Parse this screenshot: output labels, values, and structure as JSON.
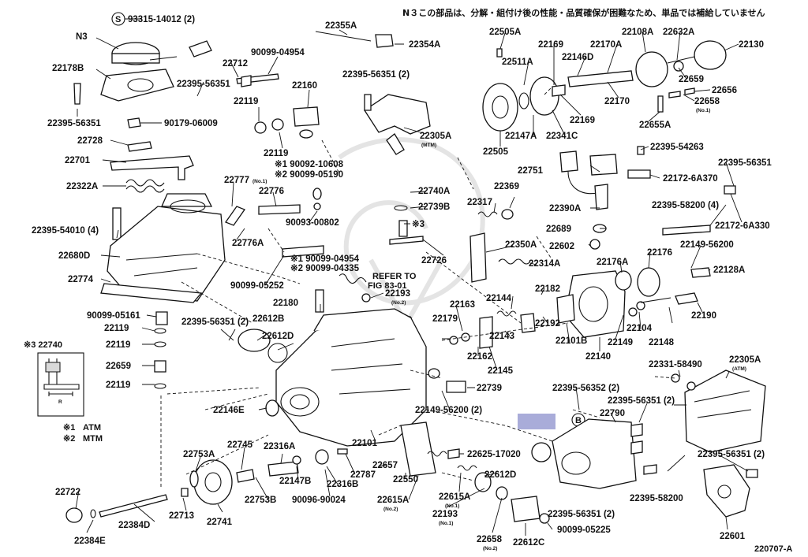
{
  "notice": "N３この部品は、分解・組付け後の性能・品質確保が困難なため、単品では補給していません",
  "figure_code": "220707-A",
  "legend": {
    "mark1": "※1",
    "mark1_label": "ATM",
    "mark2": "※2",
    "mark2_label": "MTM"
  },
  "inset": {
    "title": "※3 22740",
    "dimension_label": "R"
  },
  "refer": {
    "line1": "REFER TO",
    "line2": "FIG 83-01"
  },
  "highlight_color": "#a9acd9",
  "callouts": [
    {
      "id": "S",
      "text": "S"
    },
    {
      "id": "B",
      "text": "B"
    }
  ],
  "labels": [
    {
      "text": "93315-14012 (2)"
    },
    {
      "text": "N3"
    },
    {
      "text": "22178B"
    },
    {
      "text": "22395-56351"
    },
    {
      "text": "90179-06009"
    },
    {
      "text": "22355A"
    },
    {
      "text": "22354A"
    },
    {
      "text": "90099-04954"
    },
    {
      "text": "22712"
    },
    {
      "text": "22395-56351"
    },
    {
      "text": "22160"
    },
    {
      "text": "22119"
    },
    {
      "text": "22119"
    },
    {
      "text": "22728"
    },
    {
      "text": "22701"
    },
    {
      "text": "22322A"
    },
    {
      "text": "22395-54010 (4)"
    },
    {
      "text": "22680D"
    },
    {
      "text": "22774"
    },
    {
      "text": "※1 90092-10608"
    },
    {
      "text": "※2 90099-05190"
    },
    {
      "text": "22777",
      "sub": "(No.1)"
    },
    {
      "text": "22776"
    },
    {
      "text": "90093-00802"
    },
    {
      "text": "22776A"
    },
    {
      "text": "※1 90099-04954"
    },
    {
      "text": "※2 90099-04335"
    },
    {
      "text": "90099-05252"
    },
    {
      "text": "22180"
    },
    {
      "text": "22395-56351 (2)"
    },
    {
      "text": "22612B"
    },
    {
      "text": "22612D"
    },
    {
      "text": "90099-05161"
    },
    {
      "text": "22119"
    },
    {
      "text": "22119"
    },
    {
      "text": "22659"
    },
    {
      "text": "22119"
    },
    {
      "text": "22146E"
    },
    {
      "text": "22395-56351 (2)"
    },
    {
      "text": "22305A",
      "sub": "(MTM)"
    },
    {
      "text": "22740A"
    },
    {
      "text": "22739B"
    },
    {
      "text": "※3"
    },
    {
      "text": "22317"
    },
    {
      "text": "22369"
    },
    {
      "text": "22726"
    },
    {
      "text": "22350A"
    },
    {
      "text": "22314A"
    },
    {
      "text": "22193",
      "sub": "(No.2)"
    },
    {
      "text": "22505A"
    },
    {
      "text": "22511A"
    },
    {
      "text": "22169"
    },
    {
      "text": "22146D"
    },
    {
      "text": "22170A"
    },
    {
      "text": "22108A"
    },
    {
      "text": "22632A"
    },
    {
      "text": "22130"
    },
    {
      "text": "22659"
    },
    {
      "text": "22656"
    },
    {
      "text": "22658",
      "sub": "(No.1)"
    },
    {
      "text": "22170"
    },
    {
      "text": "22169"
    },
    {
      "text": "22655A"
    },
    {
      "text": "22505"
    },
    {
      "text": "22147A"
    },
    {
      "text": "22341C"
    },
    {
      "text": "22395-54263"
    },
    {
      "text": "22751"
    },
    {
      "text": "22172-6A370"
    },
    {
      "text": "22395-56351"
    },
    {
      "text": "22390A"
    },
    {
      "text": "22395-58200 (4)"
    },
    {
      "text": "22172-6A330"
    },
    {
      "text": "22689"
    },
    {
      "text": "22602"
    },
    {
      "text": "22176A"
    },
    {
      "text": "22176"
    },
    {
      "text": "22149-56200"
    },
    {
      "text": "22128A"
    },
    {
      "text": "22182"
    },
    {
      "text": "22144"
    },
    {
      "text": "22163"
    },
    {
      "text": "22179"
    },
    {
      "text": "22192"
    },
    {
      "text": "22143"
    },
    {
      "text": "22101B"
    },
    {
      "text": "22104"
    },
    {
      "text": "22190"
    },
    {
      "text": "22162"
    },
    {
      "text": "22145"
    },
    {
      "text": "22149"
    },
    {
      "text": "22148"
    },
    {
      "text": "22140"
    },
    {
      "text": "22739"
    },
    {
      "text": "22149-56200 (2)"
    },
    {
      "text": "22101"
    },
    {
      "text": "22331-58490"
    },
    {
      "text": "22305A",
      "sub": "(ATM)"
    },
    {
      "text": "22395-56352 (2)"
    },
    {
      "text": "22395-56351 (2)"
    },
    {
      "text": "22790"
    },
    {
      "text": "22395-58200"
    },
    {
      "text": "22395-56351 (2)"
    },
    {
      "text": "22601"
    },
    {
      "text": "22753A"
    },
    {
      "text": "22745"
    },
    {
      "text": "22316A"
    },
    {
      "text": "22625-17020"
    },
    {
      "text": "22657"
    },
    {
      "text": "22787"
    },
    {
      "text": "22147B"
    },
    {
      "text": "22316B"
    },
    {
      "text": "22550"
    },
    {
      "text": "22612D"
    },
    {
      "text": "22753B"
    },
    {
      "text": "90096-90024"
    },
    {
      "text": "22615A",
      "sub": "(No.2)"
    },
    {
      "text": "22615A",
      "sub": "(No.1)"
    },
    {
      "text": "22193",
      "sub": "(No.1)"
    },
    {
      "text": "22722"
    },
    {
      "text": "22713"
    },
    {
      "text": "22741"
    },
    {
      "text": "22384D"
    },
    {
      "text": "22384E"
    },
    {
      "text": "22658",
      "sub": "(No.2)"
    },
    {
      "text": "22612C"
    },
    {
      "text": "22395-56351 (2)"
    },
    {
      "text": "90099-05225"
    }
  ]
}
